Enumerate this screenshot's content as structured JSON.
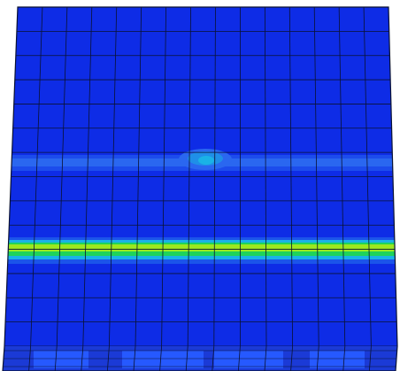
{
  "render": {
    "colors": {
      "background": "#ffffff",
      "base": "#0e2ce6",
      "grid_line": "#0a1233",
      "side_face": "#1b3ad6",
      "light_blue": "#2a67f0",
      "cyan": "#1ab3e6",
      "green": "#1fd35a",
      "yellow_green": "#9be81f",
      "panel": "#2659ff"
    },
    "mesh": {
      "columns": 15,
      "rows": 14
    },
    "contour_bands": [
      {
        "name": "upper-band",
        "peak": "cyan",
        "intensity": "low"
      },
      {
        "name": "lower-band",
        "peak": "yellow_green",
        "intensity": "high"
      }
    ],
    "hotspot": {
      "name": "center-hotspot",
      "peak": "cyan"
    }
  }
}
